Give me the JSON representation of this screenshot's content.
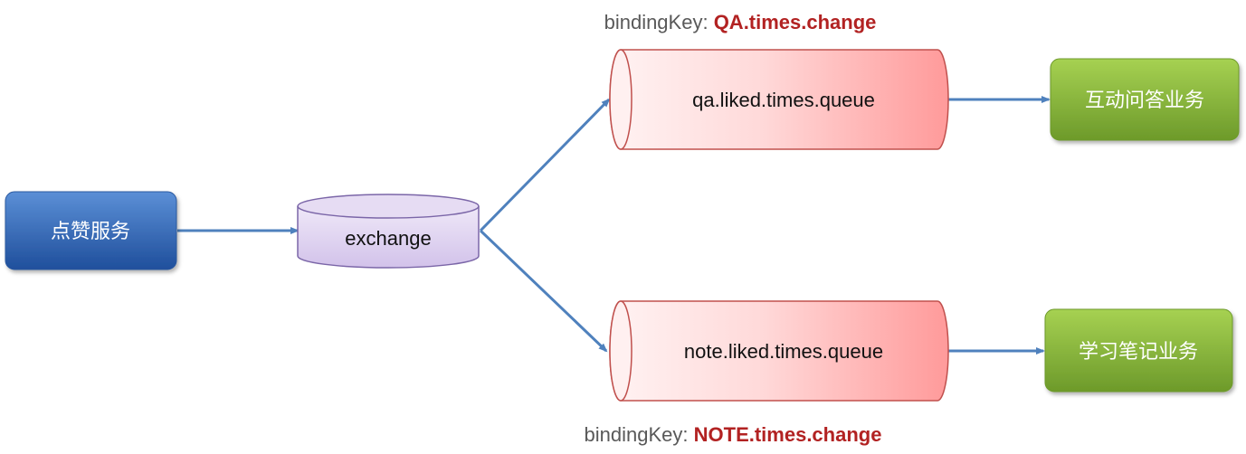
{
  "producer": {
    "label": "点赞服务"
  },
  "exchange": {
    "label": "exchange"
  },
  "queues": [
    {
      "label": "qa.liked.times.queue",
      "binding_prefix": "bindingKey: ",
      "binding_key": "QA.times.change"
    },
    {
      "label": "note.liked.times.queue",
      "binding_prefix": "bindingKey: ",
      "binding_key": "NOTE.times.change"
    }
  ],
  "consumers": [
    {
      "label": "互动问答业务"
    },
    {
      "label": "学习笔记业务"
    }
  ],
  "colors": {
    "arrow": "#4f81bd",
    "producer_top": "#5b8fd6",
    "producer_bottom": "#1f4f9c",
    "exchange_fill": "#ddd0ee",
    "exchange_stroke": "#7b66a8",
    "queue_light": "#fff0f0",
    "queue_dark": "#ff9999",
    "queue_stroke": "#c0504d",
    "consumer_top": "#9bc94a",
    "consumer_bottom": "#6d9a2a",
    "binding_prefix": "#595959",
    "binding_key": "#b22222"
  }
}
